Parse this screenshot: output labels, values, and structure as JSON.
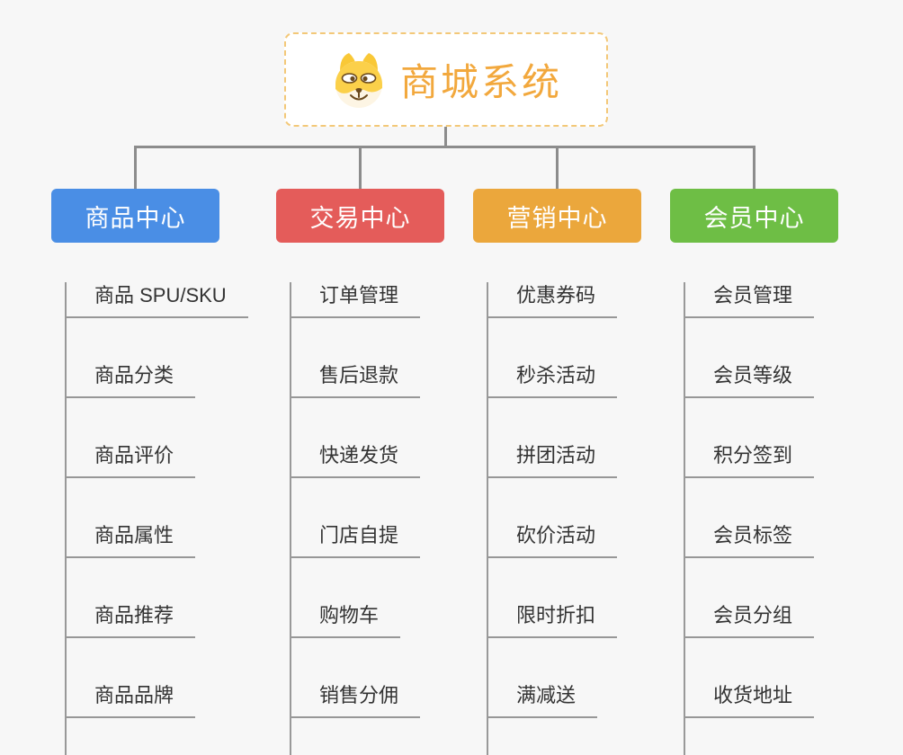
{
  "root": {
    "title": "商城系统",
    "icon": "dog-mascot-icon",
    "border_color": "#f3c878",
    "title_color": "#f2a83d"
  },
  "branches": [
    {
      "label": "商品中心",
      "color": "#4a8ee5",
      "children": [
        "商品 SPU/SKU",
        "商品分类",
        "商品评价",
        "商品属性",
        "商品推荐",
        "商品品牌"
      ]
    },
    {
      "label": "交易中心",
      "color": "#e45c5a",
      "children": [
        "订单管理",
        "售后退款",
        "快递发货",
        "门店自提",
        "购物车",
        "销售分佣"
      ]
    },
    {
      "label": "营销中心",
      "color": "#eba73c",
      "children": [
        "优惠券码",
        "秒杀活动",
        "拼团活动",
        "砍价活动",
        "限时折扣",
        "满减送"
      ]
    },
    {
      "label": "会员中心",
      "color": "#6ebe45",
      "children": [
        "会员管理",
        "会员等级",
        "积分签到",
        "会员标签",
        "会员分组",
        "收货地址"
      ]
    }
  ],
  "colors": {
    "background": "#f7f7f7",
    "connector": "#8c8c8c",
    "leaf_line": "#979797",
    "leaf_text": "#333333"
  }
}
